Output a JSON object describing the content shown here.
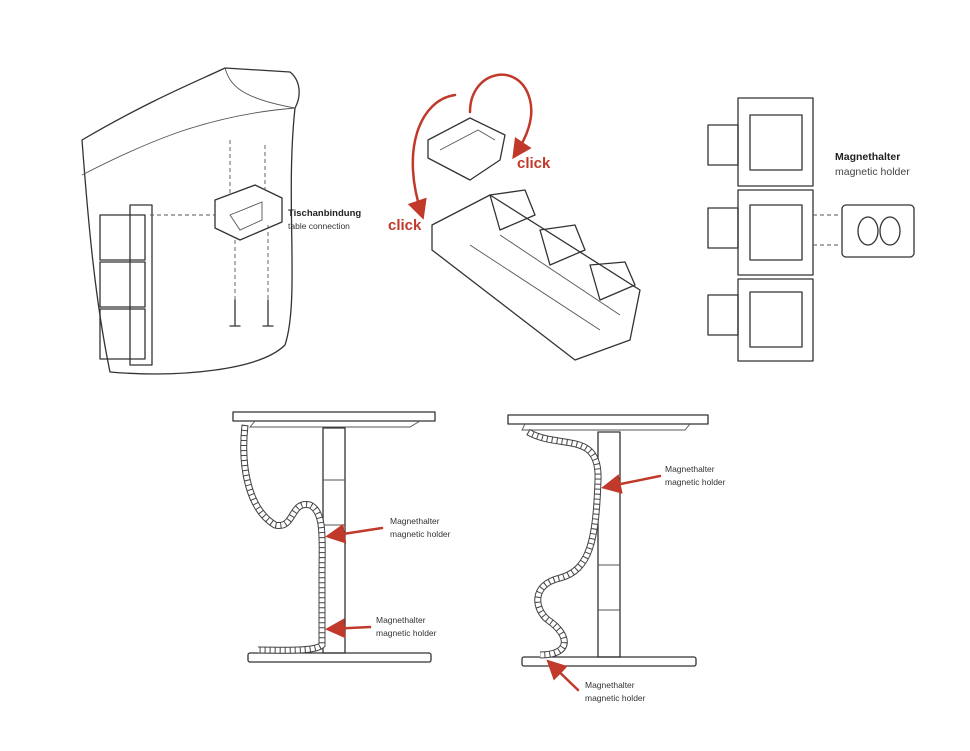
{
  "panels": {
    "table_connection": {
      "label_de": "Tischanbindung",
      "label_en": "table connection"
    },
    "click_assembly": {
      "click_top": "click",
      "click_left": "click"
    },
    "magnetic_holder": {
      "label_de": "Magnethalter",
      "label_en": "magnetic holder"
    }
  },
  "desk_left": {
    "callouts": [
      {
        "de": "Magnethalter",
        "en": "magnetic holder"
      },
      {
        "de": "Magnethalter",
        "en": "magnetic holder"
      }
    ]
  },
  "desk_right": {
    "callouts": [
      {
        "de": "Magnethalter",
        "en": "magnetic holder"
      },
      {
        "de": "Magnethalter",
        "en": "magnetic holder"
      }
    ]
  },
  "colors": {
    "accent": "#c0392b",
    "line": "#333333"
  }
}
